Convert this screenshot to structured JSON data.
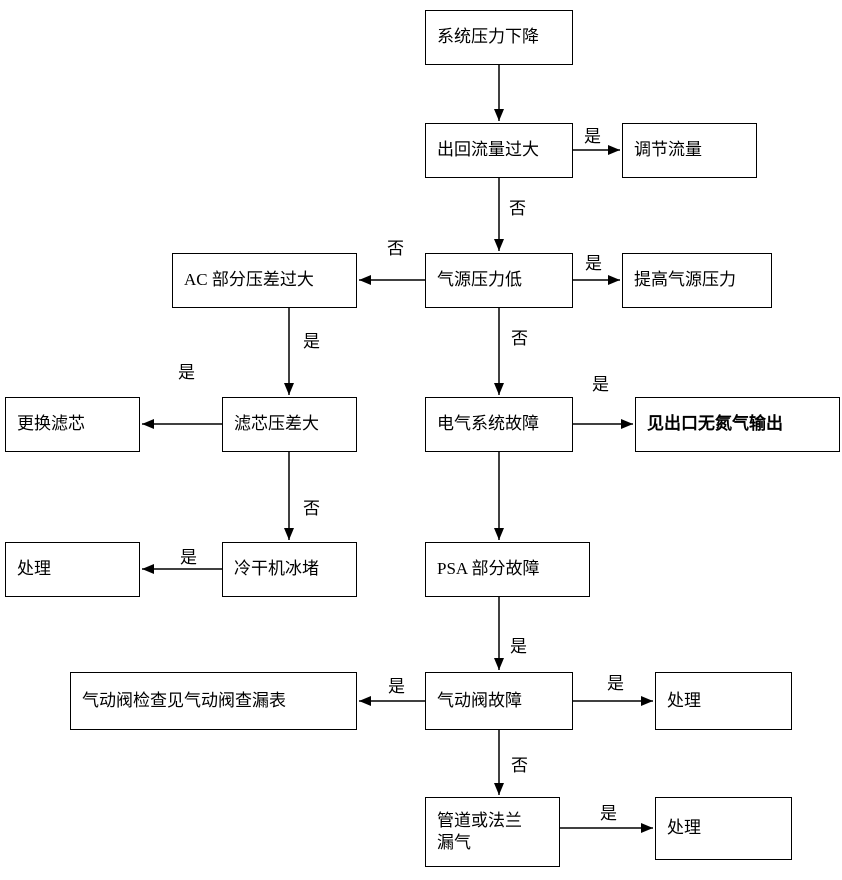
{
  "nodes": {
    "system_pressure_drop": "系统压力下降",
    "flow_too_large": "出回流量过大",
    "adjust_flow": "调节流量",
    "gas_pressure_low": "气源压力低",
    "raise_gas_pressure": "提高气源压力",
    "ac_diff_pressure": "AC 部分压差过大",
    "filter_diff_pressure": "滤芯压差大",
    "replace_filter": "更换滤芯",
    "electrical_fault": "电气系统故障",
    "see_no_nitrogen_output": "见出口无氮气输出",
    "dryer_ice_block": "冷干机冰堵",
    "handle_dryer": "处理",
    "psa_fault": "PSA 部分故障",
    "pneumatic_valve_fault": "气动阀故障",
    "pneumatic_valve_check": "气动阀检查见气动阀查漏表",
    "handle_valve": "处理",
    "pipe_flange_leak": "管道或法兰\n漏气",
    "handle_leak": "处理"
  },
  "edge_labels": {
    "yes": "是",
    "no": "否"
  },
  "colors": {
    "line": "#000000",
    "background": "#ffffff",
    "text": "#000000"
  }
}
